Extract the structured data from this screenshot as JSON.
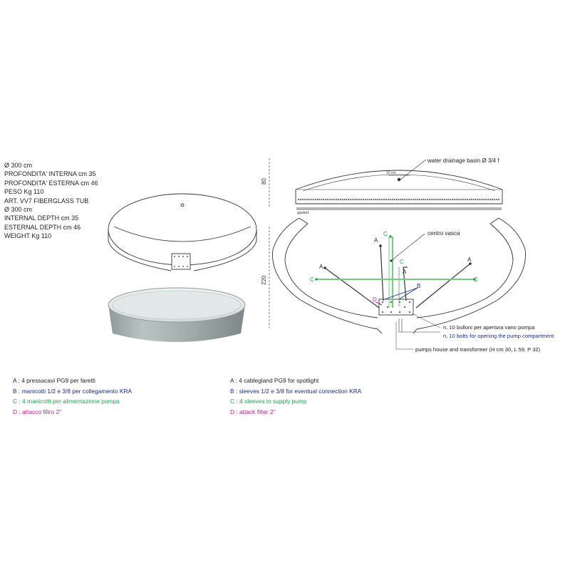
{
  "specs_it": [
    "Ø 300 cm",
    "PROFONDITA' INTERNA cm 35",
    "PROFONDITA' ESTERNA cm 46",
    "PESO Kg 110"
  ],
  "specs_en": [
    "ART. VV7 FIBERGLASS TUB",
    "Ø 300 cm",
    "INTERNAL DEPTH cm 35",
    "ESTERNAL DEPTH cm 46",
    "WEIGHT Kg 110"
  ],
  "section": {
    "dim_height": "80",
    "drain_label": "water drainage basin Ø 3/4 f",
    "drain_offset": "15 cm",
    "gasket_label": "gasket"
  },
  "plan": {
    "dim_depth": "220",
    "center_label": "centro vasca",
    "bolts_it": "n. 10 bulloni per apertura vano pompa",
    "bolts_en": "n. 10 bolts for opening the pump compartment",
    "pump_label": "pumps house and transformer (H cm 30, L 59, P 32)",
    "markers": {
      "a": "A",
      "b": "B",
      "c": "C",
      "d": "D"
    }
  },
  "legend_it": [
    "A : 4 pressacavi PG9 per faretti",
    "B : manicotti 1/2 e 3/8 per collegamento KRA",
    "C : 4 manicotti per alimentazione pompa",
    "D : attacco filtro 2\""
  ],
  "legend_en": [
    "A : 4 cablegland PG9 for spotlight",
    "B : sleeves 1/2 e 3/8 for eventual connection KRA",
    "C : 4 sleeves to supply pump",
    "D : attack filter 2\""
  ],
  "colors": {
    "a": "#222222",
    "b": "#1b2a8f",
    "c": "#1aa84a",
    "d": "#d01a8a",
    "tub_body": "#a9b3b3"
  }
}
